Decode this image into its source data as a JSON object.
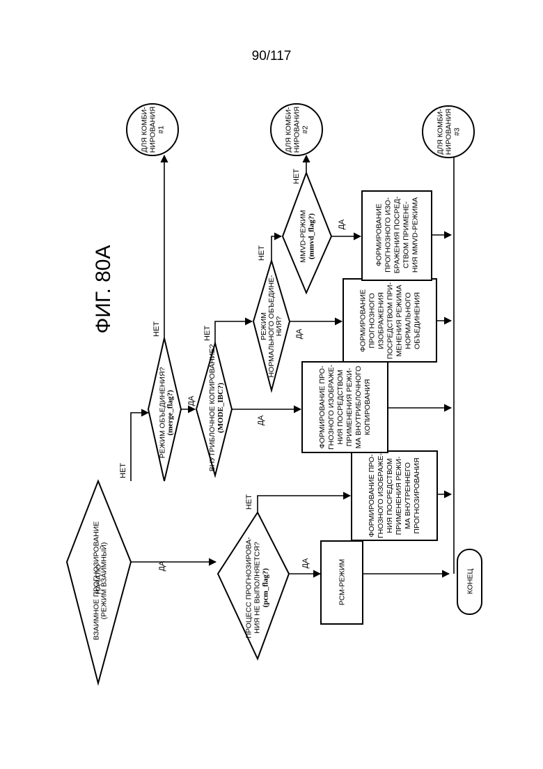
{
  "page_number": "90/117",
  "figure_title": "ФИГ. 80А",
  "nodes": {
    "start": [
      "НАЧАЛО"
    ],
    "end": [
      "КОНЕЦ"
    ],
    "inter_decision": [
      "ВЗАИМНОЕ ПРОГНОЗИРОВАНИЕ",
      "(РЕЖИМ ВЗАИМНЫЙ)"
    ],
    "pcm_decision": [
      "ПРОЦЕСС ПРОГНОЗИРОВА-",
      "НИЯ НЕ ВЫПОЛНЯЕТСЯ?",
      "(pcm_flag?)"
    ],
    "pcm_mode": [
      "РСМ-РЕЖИМ"
    ],
    "intra_box": [
      "ФОРМИРОВАНИЕ ПРО-",
      "ГНОЗНОГО ИЗОБРАЖЕ-",
      "НИЯ ПОСРЕДСТВОМ",
      "ПРИМЕНЕНИЯ РЕЖИ-",
      "МА ВНУТРЕННЕГО",
      "ПРОГНОЗИРОВАНИЯ"
    ],
    "merge_decision": [
      "РЕЖИМ ОБЪЕДИНЕНИЯ?",
      "(merge_flag?)"
    ],
    "ibc_decision": [
      "ВНУТРИБЛОЧНОЕ КОПИРОВАНИЕ?",
      "(MODE_IBC?)"
    ],
    "ibc_box": [
      "ФОРМИРОВАНИЕ ПРО-",
      "ГНОЗНОГО ИЗОБРАЖЕ-",
      "НИЯ ПОСРЕДСТВОМ",
      "ПРИМЕНЕНИЯ РЕЖИ-",
      "МА ВНУТРИБЛОЧНОГО",
      "КОПИРОВАНИЯ"
    ],
    "normal_merge_decision": [
      "РЕЖИМ",
      "НОРМАЛЬНОГО ОБЪЕДИНЕ-",
      "НИЯ?"
    ],
    "normal_merge_box": [
      "ФОРМИРОВАНИЕ",
      "ПРОГНОЗНОГО",
      "ИЗОБРАЖЕНИЯ",
      "ПОСРЕДСТВОМ ПРИ-",
      "МЕНЕНИЯ РЕЖИМА",
      "НОРМАЛЬНОГО",
      "ОБЪЕДИНЕНИЯ"
    ],
    "mmvd_decision": [
      "MMVD-РЕЖИМ",
      "(mmvd_flag?)"
    ],
    "mmvd_box": [
      "ФОРМИРОВАНИЕ",
      "ПРОГНОЗНОГО ИЗО-",
      "БРАЖЕНИЯ ПОСРЕД-",
      "СТВОМ ПРИМЕНЕ-",
      "НИЯ MMVD-РЕЖИМА"
    ],
    "connector_1": [
      "ДЛЯ КОМБИ-",
      "НИРОВАНИЯ",
      "#1"
    ],
    "connector_2": [
      "ДЛЯ КОМБИ-",
      "НИРОВАНИЯ",
      "#2"
    ],
    "connector_3": [
      "ДЛЯ КОМБИ-",
      "НИРОВАНИЯ",
      "#3"
    ]
  },
  "edge_labels": {
    "inter_yes": "ДА",
    "inter_no": "НЕТ",
    "pcm_yes": "ДА",
    "pcm_no": "НЕТ",
    "merge_yes": "ДА",
    "merge_no": "НЕТ",
    "ibc_yes": "ДА",
    "ibc_no": "НЕТ",
    "normal_yes": "ДА",
    "normal_no": "НЕТ",
    "mmvd_yes": "ДА",
    "mmvd_no": "НЕТ"
  }
}
